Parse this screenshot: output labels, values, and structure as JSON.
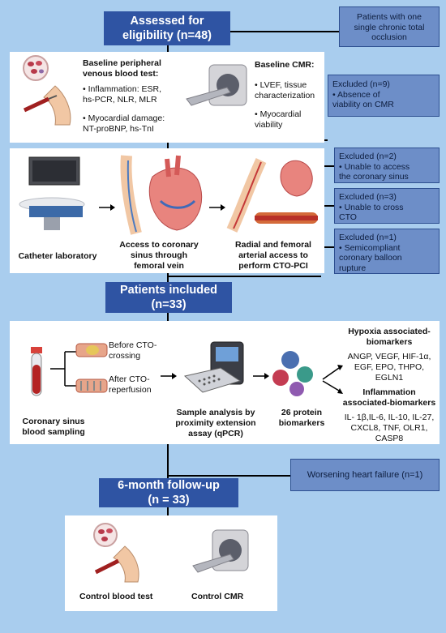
{
  "assessed": {
    "line1": "Assessed for",
    "line2": "eligibility (n=48)"
  },
  "side_one_occlusion": {
    "l1": "Patients with one",
    "l2": "single chronic total",
    "l3": "occlusion"
  },
  "baseline_blood": {
    "title1": "Baseline peripheral",
    "title2": "venous blood test:",
    "infl1": "• Inflammation: ESR,",
    "infl2": "hs-PCR, NLR, MLR",
    "myo1": "• Myocardial damage:",
    "myo2": "NT-proBNP, hs-TnI"
  },
  "baseline_cmr": {
    "title": "Baseline CMR:",
    "lvef1": "• LVEF, tissue",
    "lvef2": "characterization",
    "via1": "• Myocardial",
    "via2": "viability"
  },
  "excluded_9": {
    "l1": "Excluded (n=9)",
    "l2": "• Absence of",
    "l3": "viability on CMR"
  },
  "excluded_2": {
    "l1": "Excluded (n=2)",
    "l2": "• Unable to access",
    "l3": "the coronary sinus"
  },
  "excluded_3": {
    "l1": "Excluded (n=3)",
    "l2": "• Unable to cross",
    "l3": "CTO"
  },
  "excluded_1": {
    "l1": "Excluded (n=1)",
    "l2": "• Semicompliant",
    "l3": "coronary  balloon",
    "l4": "rupture"
  },
  "cath": {
    "lab": "Catheter laboratory",
    "sinus1": "Access to coronary",
    "sinus2": "sinus through",
    "sinus3": "femoral vein",
    "radial1": "Radial and femoral",
    "radial2": "arterial access to",
    "radial3": "perform CTO-PCI"
  },
  "included": {
    "line1": "Patients included",
    "line2": "(n=33)"
  },
  "analysis": {
    "before1": "Before CTO-",
    "before2": "crossing",
    "after1": "After CTO-",
    "after2": "reperfusion",
    "cs1": "Coronary sinus",
    "cs2": "blood sampling",
    "pea1": "Sample analysis by",
    "pea2": "proximity extension",
    "pea3": "assay (qPCR)",
    "prot1": "26 protein",
    "prot2": "biomarkers",
    "hyp_title1": "Hypoxia associated-",
    "hyp_title2": "biomarkers",
    "hyp1": "ANGP, VEGF, HIF-1α,",
    "hyp2": "EGF, EPO, THPO,",
    "hyp3": "EGLN1",
    "inf_title1": "Inflammation",
    "inf_title2": "associated-biomarkers",
    "inf1": "IL- 1β,IL-6, IL-10, IL-27,",
    "inf2": "CXCL8, TNF, OLR1,",
    "inf3": "CASP8"
  },
  "worsening": "Worsening heart failure (n=1)",
  "followup": {
    "line1": "6-month follow-up",
    "line2": "(n = 33)"
  },
  "control": {
    "blood": "Control blood test",
    "cmr": "Control CMR"
  }
}
